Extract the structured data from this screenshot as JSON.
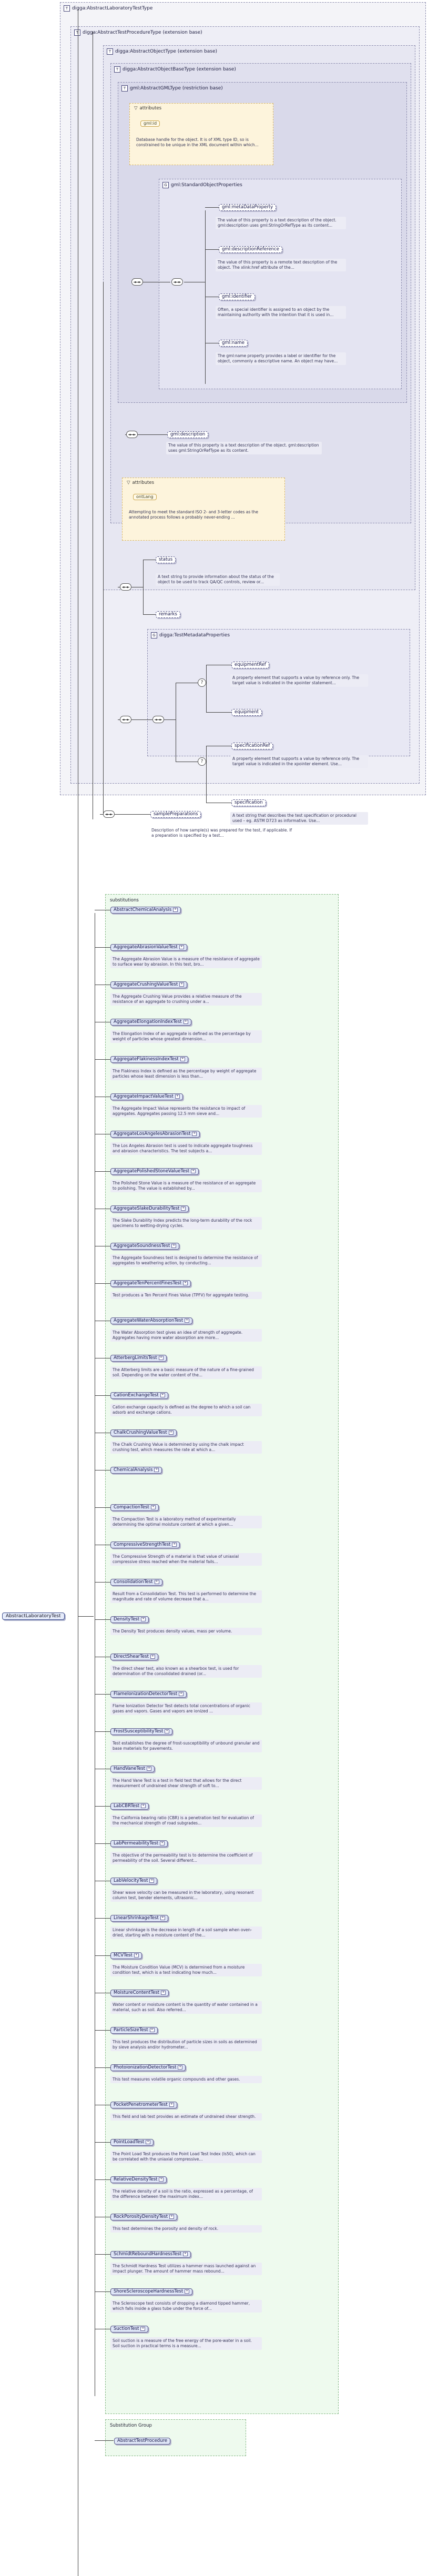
{
  "root": {
    "label": "AbstractLaboratoryTest"
  },
  "types": {
    "t1": "digga:AbstractLaboratoryTestType",
    "t2": "digga:AbstractTestProcedureType (extension base)",
    "t3": "digga:AbstractObjectType (extension base)",
    "t4": "digga:AbstractObjectBaseType (extension base)",
    "t5": "gml:AbstractGMLType (restriction base)",
    "t6": "gml:StandardObjectProperties",
    "t7": "digga:TestMetadataProperties"
  },
  "attributes": {
    "hdr1": "attributes",
    "gmlid": "gml:id",
    "gmlid_doc": "Database handle for the object. It is of XML type ID, so is constrained to be unique in the XML document within which...",
    "hdr2": "attributes",
    "ontLang": "ontLang",
    "ontLang_doc": "Attempting to meet the standard ISO 2- and 3-letter codes as the annotated process follows a probably never-ending ..."
  },
  "gml_props": [
    {
      "name": "gml:metaDataProperty",
      "doc": "The value of this property is a text description of the object. gml:description uses gml:StringOrRefType as its content..."
    },
    {
      "name": "gml:descriptionReference",
      "doc": "The value of this property is a remote text description of the object. The xlink:href attribute of the..."
    },
    {
      "name": "gml:identifier",
      "doc": "Often, a special identifier is assigned to an object by the maintaining authority with the intention that it is used in..."
    },
    {
      "name": "gml:name",
      "doc": "The gml:name property provides a label or identifier for the object, commonly a descriptive name. An object may have..."
    }
  ],
  "gml_description": {
    "name": "gml:description",
    "doc": "The value of this property is a text description of the object. gml:description uses gml:StringOrRefType as its content."
  },
  "status": {
    "name": "status",
    "doc": "A text string to provide information about the status of the object to be used to track QA/QC controls, review or..."
  },
  "remarks": {
    "name": "remarks"
  },
  "test_meta": [
    {
      "name": "equipmentRef",
      "doc": "A property element that supports a value by reference only. The target value is indicated in the xpointer statement..."
    },
    {
      "name": "equipment"
    },
    {
      "name": "specificationRef",
      "doc": "A property element that supports a value by reference only. The target value is indicated in the xpointer element. Use..."
    },
    {
      "name": "specification",
      "doc": "A text string that describes the test specification or procedural used – eg. ASTM D723 as informative. Use..."
    }
  ],
  "samplePreparations": {
    "name": "samplePreparations",
    "doc": "Description of how sample(s) was prepared for the test, if applicable. If a preparation is specified by a test..."
  },
  "substitutions_label": "substitutions",
  "substitutions": [
    {
      "name": "AbstractChemicalAnalysis",
      "doc": ""
    },
    {
      "name": "AggregateAbrasionValueTest",
      "doc": "The Aggregate Abrasion Value is a measure of the resistance of aggregate to surface wear by abrasion. In this test, bro..."
    },
    {
      "name": "AggregateCrushingValueTest",
      "doc": "The Aggregate Crushing Value provides a relative measure of the resistance of an aggregate to crushing under a..."
    },
    {
      "name": "AggregateElongationIndexTest",
      "doc": "The Elongation Index of an aggregate is defined as the percentage by weight of particles whose greatest dimension..."
    },
    {
      "name": "AggregateFlakinessIndexTest",
      "doc": "The Flakiness Index is defined as the percentage by weight of aggregate particles whose least dimension is less than..."
    },
    {
      "name": "AggregateImpactValueTest",
      "doc": "The Aggregate Impact Value represents the resistance to impact of aggregates. Aggregates passing 12.5 mm sieve and..."
    },
    {
      "name": "AggregateLosAngelesAbrasionTest",
      "doc": "The Los Angeles Abrasion test is used to indicate aggregate toughness and abrasion characteristics. The test subjects a..."
    },
    {
      "name": "AggregatePolishedStoneValueTest",
      "doc": "The Polished Stone Value is a measure of the resistance of an aggregate to polishing. The value is established by..."
    },
    {
      "name": "AggregateSlakeDurabilityTest",
      "doc": "The Slake Durability Index predicts the long-term durability of the rock specimens to wetting-drying cycles."
    },
    {
      "name": "AggregateSoundnessTest",
      "doc": "The Aggregate Soundness test is designed to determine the resistance of aggregates to weathering action, by conducting..."
    },
    {
      "name": "AggregateTenPercentFinesTest",
      "doc": "Test produces a Ten Percent Fines Value (TPFV) for aggregate testing."
    },
    {
      "name": "AggregateWaterAbsorptionTest",
      "doc": "The Water Absorption test gives an idea of strength of aggregate. Aggregates having more water absorption are more..."
    },
    {
      "name": "AtterbergLimitsTest",
      "doc": "The Atterberg limits are a basic measure of the nature of a fine-grained soil. Depending on the water content of the..."
    },
    {
      "name": "CationExchangeTest",
      "doc": "Cation exchange capacity is defined as the degree to which a soil can adsorb and exchange cations."
    },
    {
      "name": "ChalkCrushingValueTest",
      "doc": "The Chalk Crushing Value is determined by using the chalk impact crushing test, which measures the rate at which a..."
    },
    {
      "name": "ChemicalAnalysis",
      "doc": ""
    },
    {
      "name": "CompactionTest",
      "doc": "The Compaction Test is a laboratory method of experimentally determining the optimal moisture content at which a given..."
    },
    {
      "name": "CompressiveStrengthTest",
      "doc": "The Compressive Strength of a material is that value of uniaxial compressive stress reached when the material fails..."
    },
    {
      "name": "ConsolidationTest",
      "doc": "Result from a Consolidation Test. This test is performed to determine the magnitude and rate of volume decrease that a..."
    },
    {
      "name": "DensityTest",
      "doc": "The Density Test produces density values, mass per volume."
    },
    {
      "name": "DirectShearTest",
      "doc": "The direct shear test, also known as a shearbox test, is used for determination of the consolidated drained (or..."
    },
    {
      "name": "FlameIonizationDetectorTest",
      "doc": "Flame Ionization Detector Test detects total concentrations of organic gases and vapors. Gases and vapors are ionized ..."
    },
    {
      "name": "FrostSusceptibilityTest",
      "doc": "Test establishes the degree of frost-susceptibility of unbound granular and base materials for pavements."
    },
    {
      "name": "HandVaneTest",
      "doc": "The Hand Vane Test is a test in field test that allows for the direct measurement of undrained shear strength of soft to..."
    },
    {
      "name": "LabCBRTest",
      "doc": "The California bearing ratio (CBR) is a penetration test for evaluation of the mechanical strength of road subgrades..."
    },
    {
      "name": "LabPermeabilityTest",
      "doc": "The objective of the permeability test is to determine the coefficient of permeability of the soil. Several different..."
    },
    {
      "name": "LabVelocityTest",
      "doc": "Shear wave velocity can be measured in the laboratory, using resonant column test, bender elements, ultrasonic..."
    },
    {
      "name": "LinearShrinkageTest",
      "doc": "Linear shrinkage is the decrease in length of a soil sample when oven-dried, starting with a moisture content of the..."
    },
    {
      "name": "MCVTest",
      "doc": "The Moisture Condition Value (MCV) is determined from a moisture condition test, which is a test indicating how much..."
    },
    {
      "name": "MoistureContentTest",
      "doc": "Water content or moisture content is the quantity of water contained in a material, such as soil. Also referred..."
    },
    {
      "name": "ParticleSizeTest",
      "doc": "This test produces the distribution of particle sizes in soils as determined by sieve analysis and/or hydrometer..."
    },
    {
      "name": "PhotoionizationDetectorTest",
      "doc": "This test measures volatile organic compounds and other gases."
    },
    {
      "name": "PocketPenetrometerTest",
      "doc": "This field and lab test provides an estimate of undrained shear strength."
    },
    {
      "name": "PointLoadTest",
      "doc": "The Point Load Test produces the Point Load Test Index (Is50), which can be correlated with the uniaxial compressive..."
    },
    {
      "name": "RelativeDensityTest",
      "doc": "The relative density of a soil is the ratio, expressed as a percentage, of the difference between the maximum index..."
    },
    {
      "name": "RockPorosityDensityTest",
      "doc": "This test determines the porosity and density of rock."
    },
    {
      "name": "SchmidtReboundHardnessTest",
      "doc": "The Schmidt Hardness Test utilizes a hammer mass launched against an impact plunger. The amount of hammer mass rebound..."
    },
    {
      "name": "ShoreScleroscopeHardnessTest",
      "doc": "The Scleroscope test consists of dropping a diamond tipped hammer, which falls inside a glass tube under the force of..."
    },
    {
      "name": "SuctionTest",
      "doc": "Soil suction is a measure of the free energy of the pore-water in a soil. Soil suction in practical terms is a measure..."
    }
  ],
  "substitution_group": {
    "label": "Substitution Group",
    "member": "AbstractTestProcedure"
  }
}
